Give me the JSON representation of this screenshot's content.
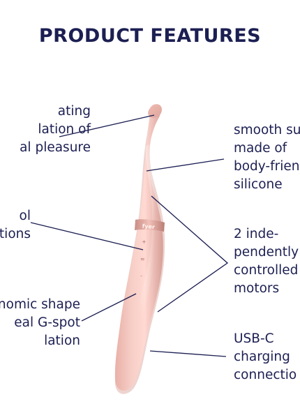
{
  "header": {
    "title": "PRODUCT FEATURES"
  },
  "features": {
    "warming": [
      "ating",
      "lation of",
      "al pleasure"
    ],
    "control": [
      "ol",
      "tions"
    ],
    "ergonomic": [
      "nomic shape",
      "eal G-spot",
      "lation"
    ],
    "surface": [
      "smooth sur",
      "made of",
      "body-frien",
      "silicone"
    ],
    "motors": [
      "2 inde-",
      "pendently",
      "controlled",
      "motors"
    ],
    "charging": [
      "USB-C",
      "charging",
      "connectio"
    ]
  },
  "product": {
    "brand_band_text": "fyer",
    "buttons": [
      "+",
      "≈",
      "-"
    ]
  },
  "colors": {
    "text": "#1c1f52",
    "body": "#f4c7bf",
    "body_shadow": "#dca79f",
    "highlight": "#ffe5df",
    "band": "#d99a91"
  }
}
